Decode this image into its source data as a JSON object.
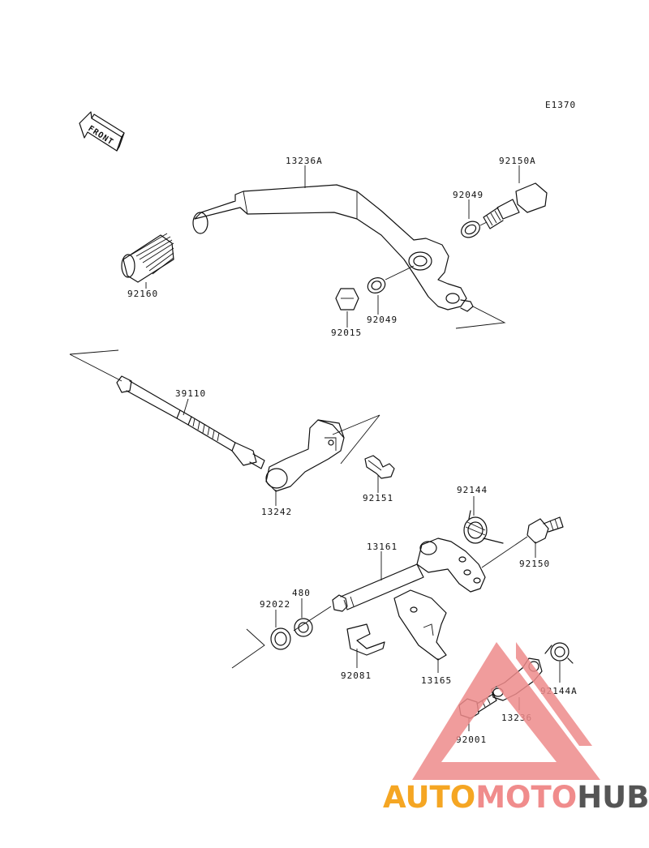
{
  "diagram_code": "E1370",
  "front_label": "FRONT",
  "labels": {
    "p13236A": "13236A",
    "p92150A": "92150A",
    "p92049_top": "92049",
    "p92160": "92160",
    "p92015": "92015",
    "p92049_bottom": "92049",
    "p39110": "39110",
    "p13242": "13242",
    "p92151": "92151",
    "p92144": "92144",
    "p13161": "13161",
    "p92150": "92150",
    "p92022": "92022",
    "p480": "480",
    "p92081": "92081",
    "p13165": "13165",
    "p92144A": "92144A",
    "p13236": "13236",
    "p92001": "92001"
  },
  "watermark": {
    "part1": "AUTO",
    "part2": "MOTO",
    "part3": "HUB",
    "color1": "#f5a623",
    "color2": "#f08c8c",
    "color3": "#555555",
    "triangle_color": "#ee8b8b"
  }
}
